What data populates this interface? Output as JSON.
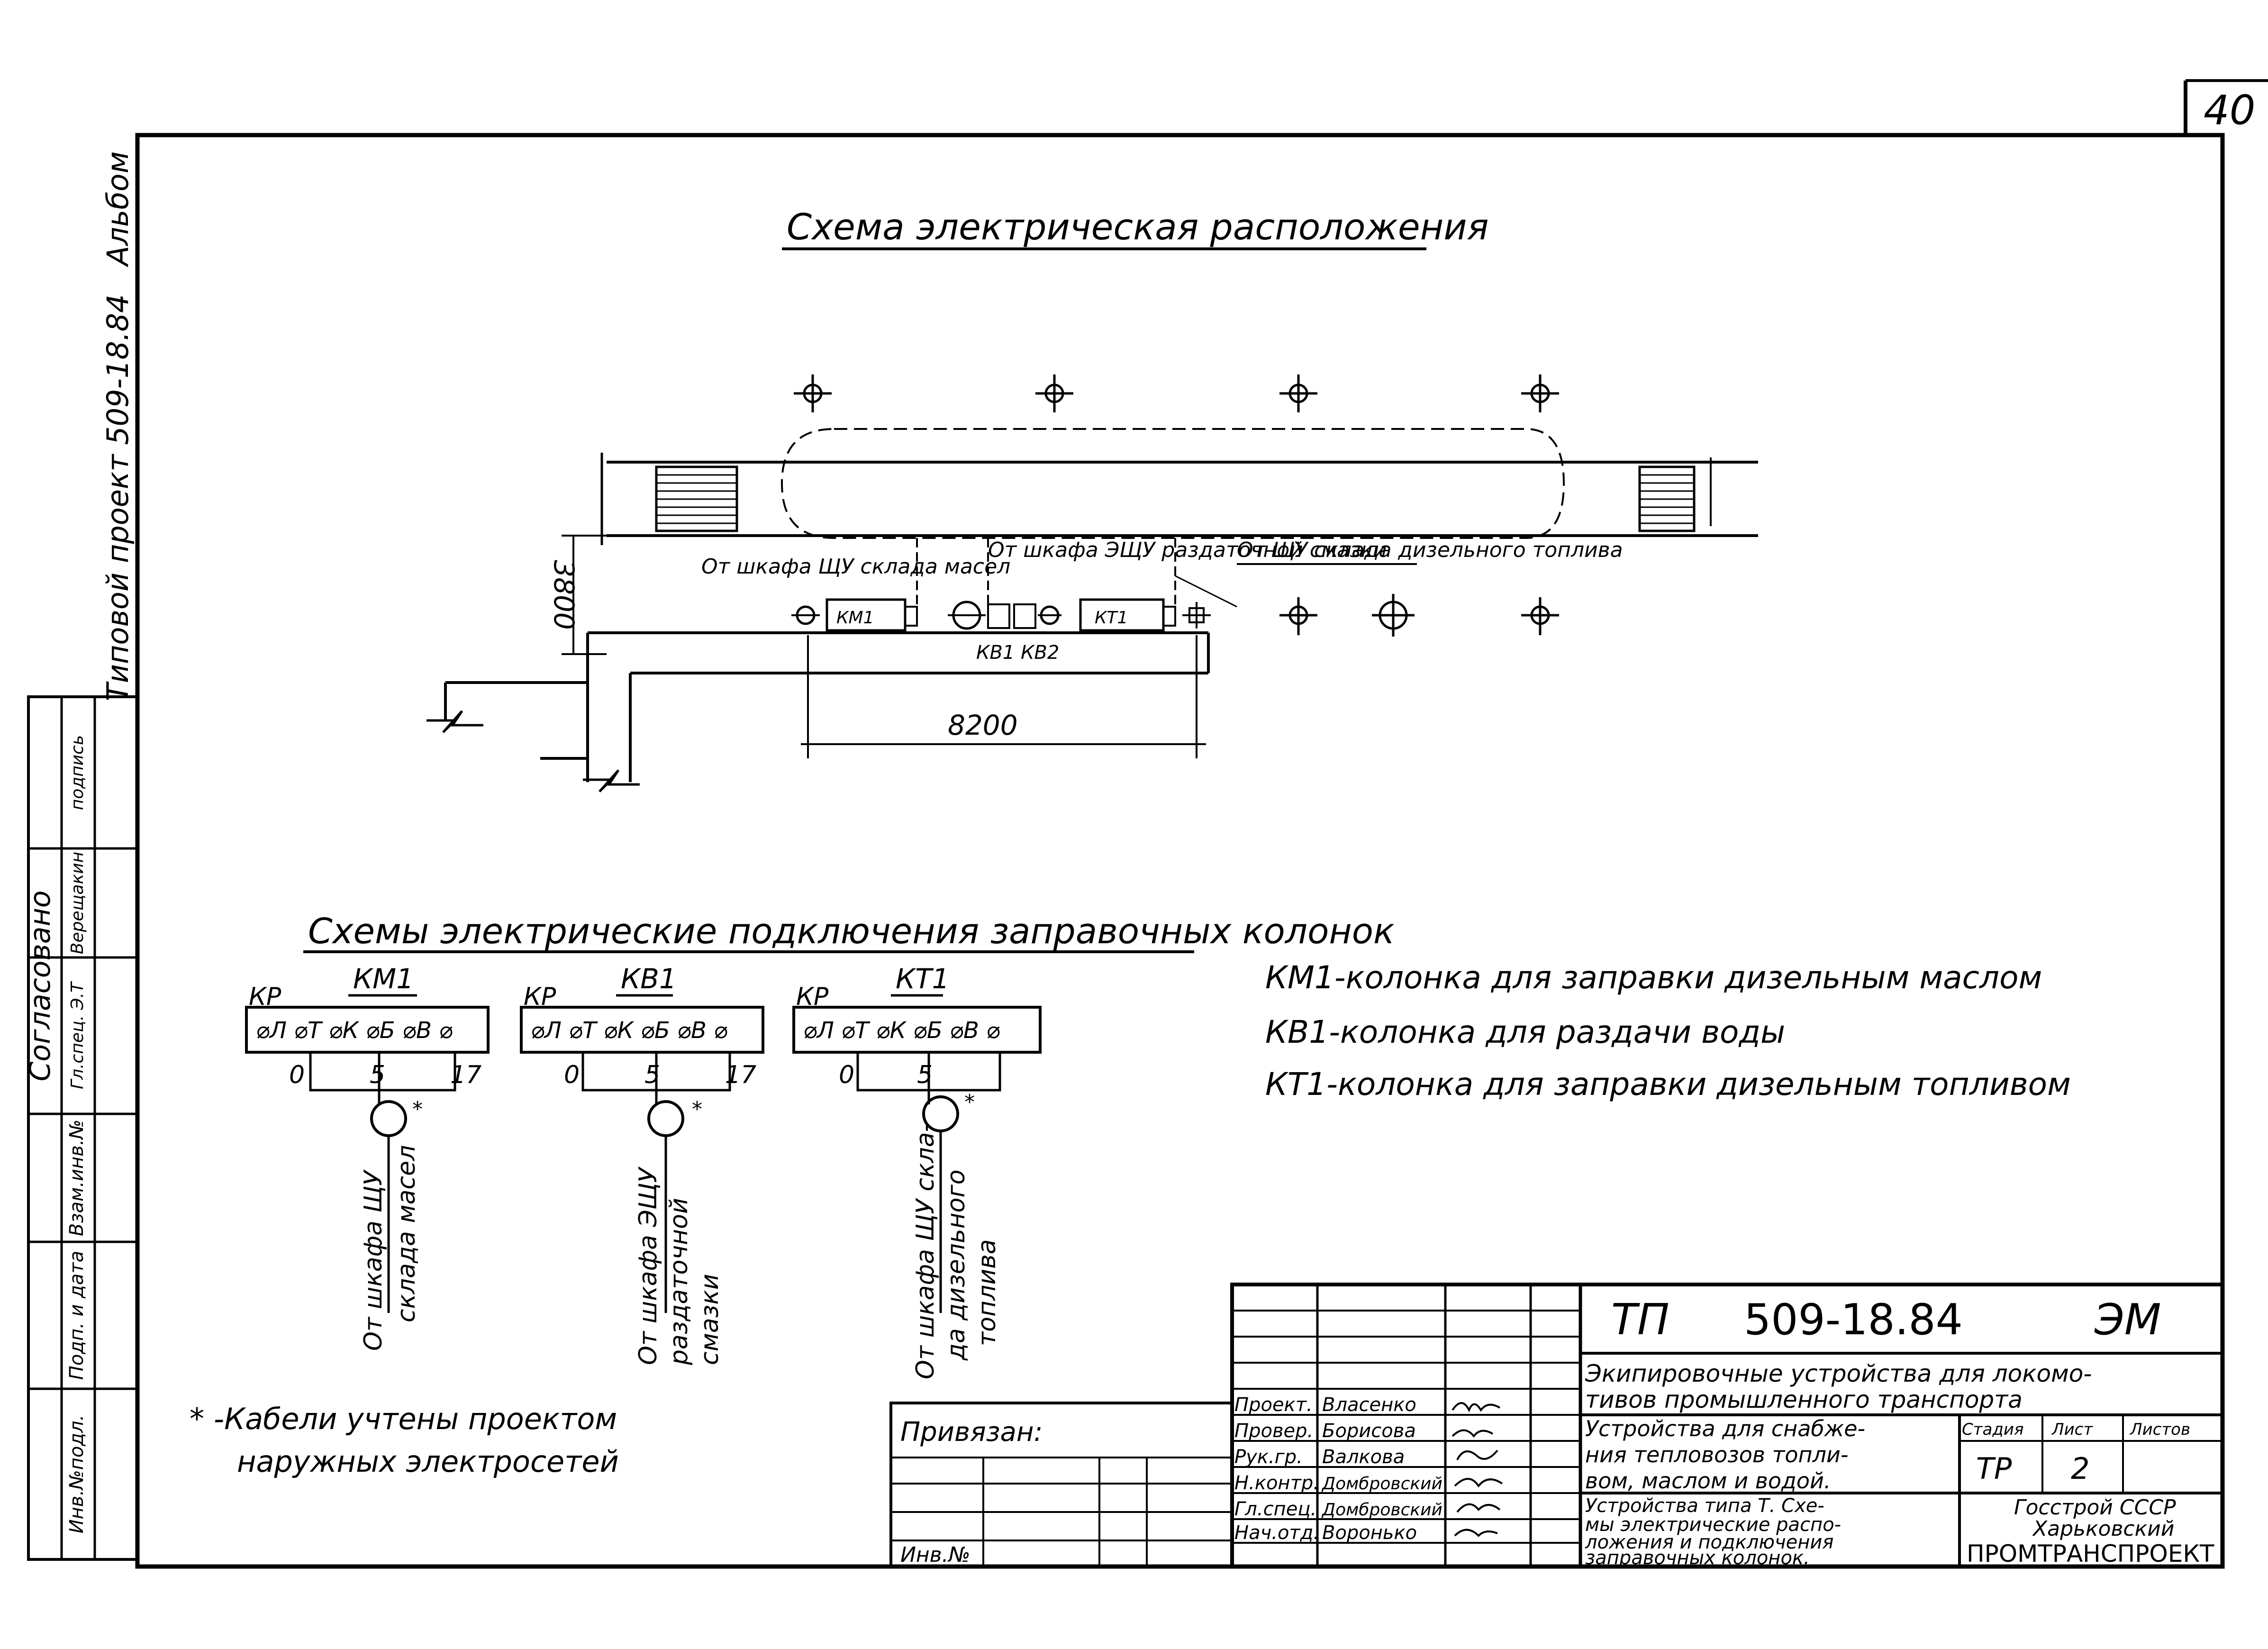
{
  "sheet_number": "40",
  "margin": {
    "inv_label": "Альбом",
    "project_label": "Типовой проект 509-18.84",
    "agreed_label": "Согласовано",
    "table_labels": [
      "Инв.№подл.",
      "Подп. и дата",
      "Взам.инв.№",
      "Гл.спец. Э.Т",
      "Верещакин",
      "подпись"
    ]
  },
  "layout_title": "Схема электрическая расположения",
  "layout": {
    "dim_vertical": "3800",
    "dim_horizontal": "8200",
    "label_km": "От шкафа ЩУ склада масел",
    "label_kv": "От шкафа ЭЩУ раздаточной смазки",
    "label_kt": "От ЩУ склада дизельного топлива",
    "col_km": "КМ1",
    "col_kt": "КТ1",
    "col_kv": "КВ1 КВ2"
  },
  "connections_title": "Схемы электрические подключения заправочных колонок",
  "connections": [
    {
      "kp": "КР",
      "name": "КМ1",
      "terminals": "⌀Л ⌀Т ⌀К ⌀Б ⌀В ⌀",
      "n0": "0",
      "n5": "5",
      "n17": "17",
      "source_1": "От шкафа ЩУ",
      "source_2": "склада масел"
    },
    {
      "kp": "КР",
      "name": "КВ1",
      "terminals": "⌀Л ⌀Т ⌀К ⌀Б ⌀В ⌀",
      "n0": "0",
      "n5": "5",
      "n17": "17",
      "source_1": "От шкафа ЭЩУ",
      "source_2": "раздаточной",
      "source_3": "смазки"
    },
    {
      "kp": "КР",
      "name": "КТ1",
      "terminals": "⌀Л ⌀Т ⌀К ⌀Б ⌀В ⌀",
      "n0": "0",
      "n5": "5",
      "n17": "",
      "source_1": "От шкафа ЩУ скла-",
      "source_2": "да дизельного",
      "source_3": "топлива"
    }
  ],
  "legend": [
    "КМ1-колонка для заправки дизельным маслом",
    "КВ1-колонка для раздачи воды",
    "КТ1-колонка для заправки дизельным топливом"
  ],
  "note": {
    "line1": "* -Кабели учтены проектом",
    "line2": "наружных электросетей"
  },
  "title_block": {
    "code": "ТП",
    "number": "509-18.84",
    "mark": "ЭМ",
    "title_1": "Экипировочные устройства для локомо-",
    "title_2": "тивов промышленного транспорта",
    "sub_1": "Устройства для снабже-",
    "sub_2": "ния тепловозов топли-",
    "sub_3": "вом, маслом и водой.",
    "desc_1": "Устройства типа Т. Схе-",
    "desc_2": "мы электрические распо-",
    "desc_3": "ложения и подключения",
    "desc_4": "заправочных колонок.",
    "stage_label": "Стадия",
    "sheet_label": "Лист",
    "sheets_label": "Листов",
    "stage": "ТР",
    "sheet": "2",
    "org_1": "Госстрой СССР",
    "org_2": "Харьковский",
    "org_3": "ПРОМТРАНСПРОЕКТ",
    "tied_label": "Привязан:",
    "inv_label": "Инв.№",
    "staff": [
      {
        "role": "Проект.",
        "name": "Власенко"
      },
      {
        "role": "Провер.",
        "name": "Борисова"
      },
      {
        "role": "Рук.гр.",
        "name": "Валкова"
      },
      {
        "role": "Н.контр.",
        "name": "Домбровский"
      },
      {
        "role": "Гл.спец.",
        "name": "Домбровский"
      },
      {
        "role": "Нач.отд.",
        "name": "Воронько"
      }
    ]
  }
}
